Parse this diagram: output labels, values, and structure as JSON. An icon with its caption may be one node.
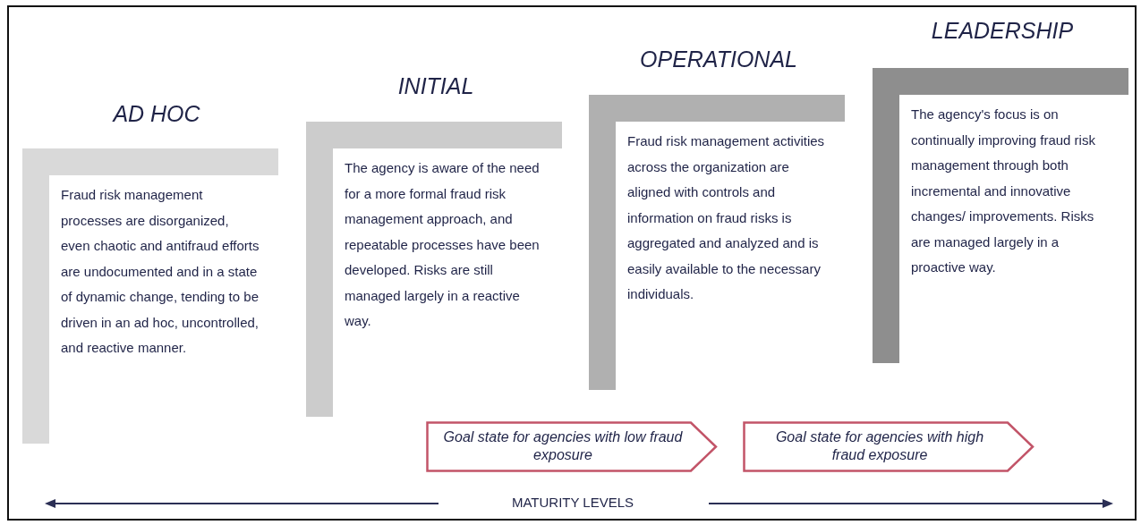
{
  "diagram": {
    "nodes": [
      {
        "text": [
          "AD HOC",
          "Fraud risk management processes are disorganized, even chaotic and antifraud efforts are undocumented and in a state of dynamic change, tending to be driven in an ad hoc, uncontrolled, and reactive manner."
        ]
      },
      {
        "text": [
          "INITIAL",
          "The agency is aware of the need for a more formal fraud risk management approach, and repeatable processes have been developed. Risks are still managed largely in a reactive way."
        ]
      },
      {
        "text": [
          "OPERATIONAL",
          "Fraud risk management activities across the organization are aligned with controls and information on fraud risks is aggregated and analyzed and is easily available to the necessary individuals."
        ]
      },
      {
        "text": [
          "LEADERSHIP",
          "The agency's focus is on continually improving fraud risk management through both incremental and innovative changes/ improvements. Risks are managed largely in a proactive way."
        ]
      },
      {
        "text": [
          "Goal state for agencies with low fraud exposure"
        ]
      },
      {
        "text": [
          "Goal state for agencies with high fraud exposure"
        ]
      }
    ],
    "labels": [
      "MATURITY LEVELS"
    ]
  }
}
